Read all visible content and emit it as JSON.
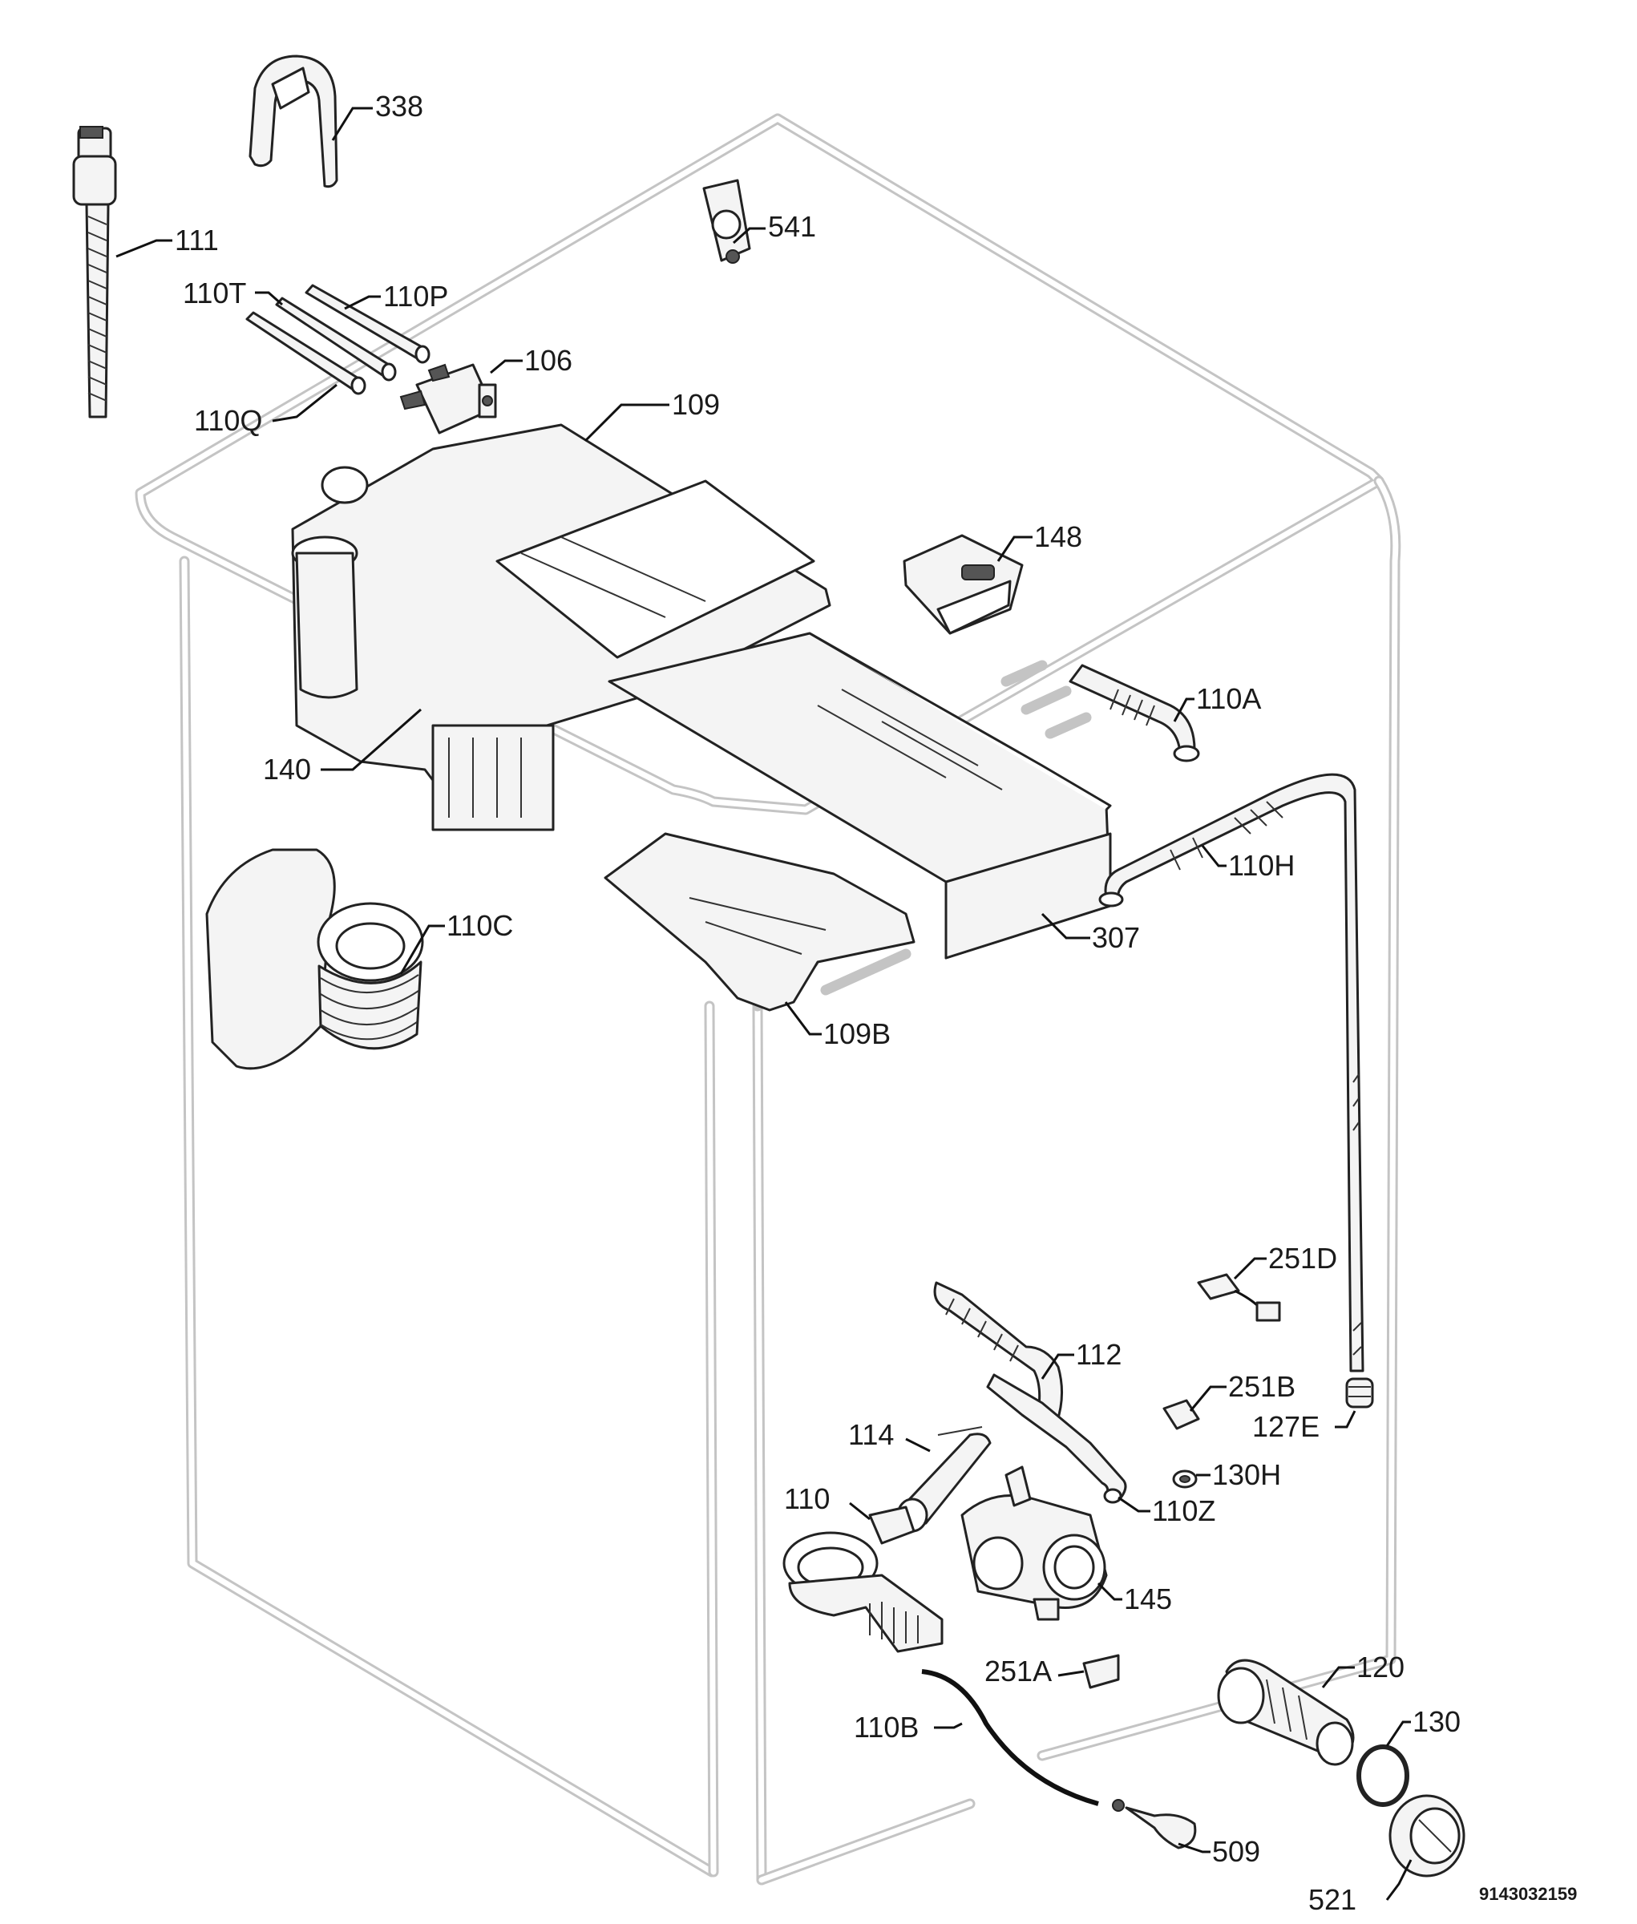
{
  "labels": {
    "p338": "338",
    "p541": "541",
    "p111": "111",
    "p110T": "110T",
    "p110P": "110P",
    "p106": "106",
    "p110Q": "110Q",
    "p109": "109",
    "p148": "148",
    "p110A": "110A",
    "p140": "140",
    "p110H": "110H",
    "p307": "307",
    "p110C": "110C",
    "p109B": "109B",
    "p251D": "251D",
    "p112": "112",
    "p251B": "251B",
    "p127E": "127E",
    "p114": "114",
    "p130H": "130H",
    "p110": "110",
    "p110Z": "110Z",
    "p145": "145",
    "p251A": "251A",
    "p120": "120",
    "p130": "130",
    "p110B": "110B",
    "p509": "509",
    "p521": "521"
  },
  "drawing_code": "9143032159"
}
